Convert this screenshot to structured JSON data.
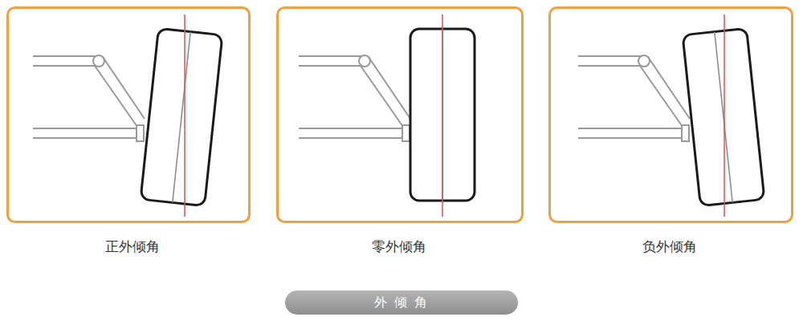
{
  "diagram": {
    "caption": "外 倾 角",
    "labels": [
      "正外倾角",
      "零外倾角",
      "负外倾角"
    ]
  }
}
